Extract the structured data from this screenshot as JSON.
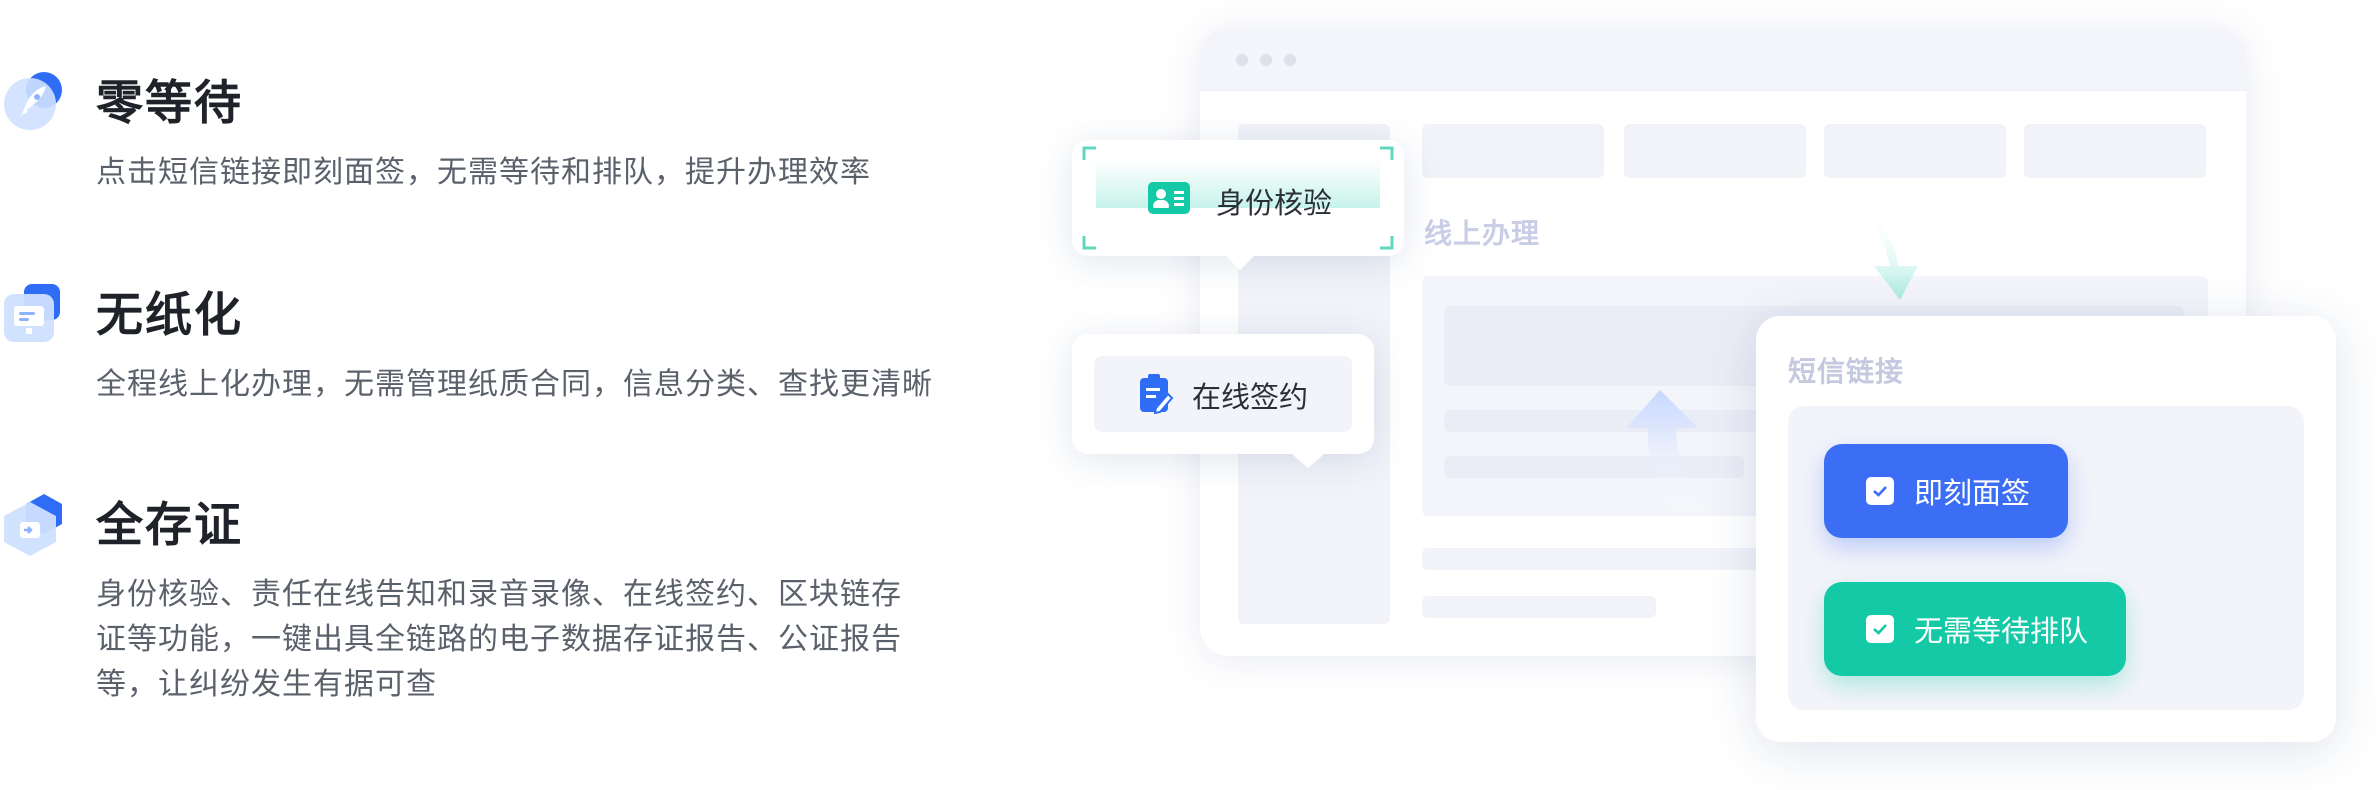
{
  "features": [
    {
      "title": "零等待",
      "desc": "点击短信链接即刻面签，无需等待和排队，提升办理效率",
      "icon": "rocket-icon"
    },
    {
      "title": "无纸化",
      "desc": "全程线上化办理，无需管理纸质合同，信息分类、查找更清晰",
      "icon": "monitor-icon"
    },
    {
      "title": "全存证",
      "desc_lines": [
        "身份核验、责任在线告知和录音录像、在线签约、区块链存",
        "证等功能，一键出具全链路的电子数据存证报告、公证报告",
        "等，让纠纷发生有据可查"
      ],
      "icon": "certificate-box-icon"
    }
  ],
  "illustration": {
    "online_label": "线上办理",
    "id_verify_label": "身份核验",
    "sign_online_label": "在线签约",
    "sms_link_title": "短信链接",
    "instant_sign_label": "即刻面签",
    "no_wait_label": "无需等待排队"
  },
  "colors": {
    "blue": "#3b6ef5",
    "teal": "#14c9a6",
    "text_dark": "#1f2329",
    "text_gray": "#5b616b",
    "placeholder": "#f1f3f8"
  }
}
